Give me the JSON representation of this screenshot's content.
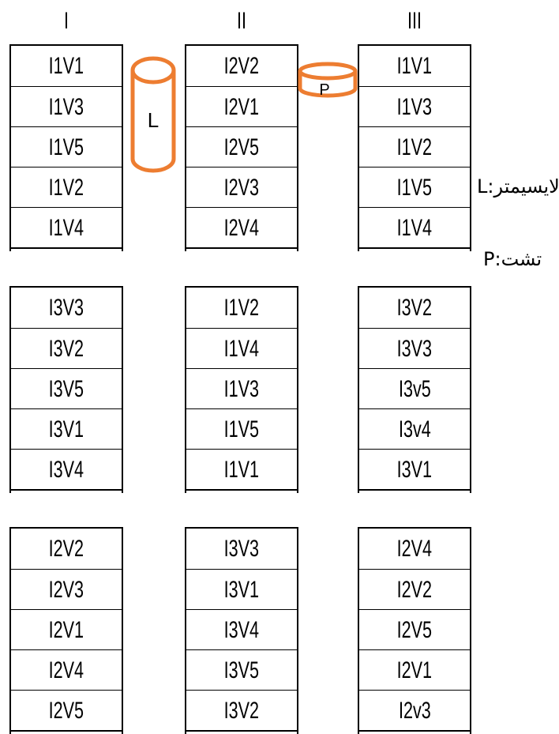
{
  "columns": [
    "I",
    "II",
    "III"
  ],
  "rows": [
    [
      [
        "I1V1",
        "I1V3",
        "I1V5",
        "I1V2",
        "I1V4"
      ],
      [
        "I2V2",
        "I2V1",
        "I2V5",
        "I2V3",
        "I2V4"
      ],
      [
        "I1V1",
        "I1V3",
        "I1V2",
        "I1V5",
        "I1V4"
      ]
    ],
    [
      [
        "I3V3",
        "I3V2",
        "I3V5",
        "I3V1",
        "I3V4"
      ],
      [
        "I1V2",
        "I1V4",
        "I1V3",
        "I1V5",
        "I1V1"
      ],
      [
        "I3V2",
        "I3V3",
        "I3v5",
        "I3v4",
        "I3V1"
      ]
    ],
    [
      [
        "I2V2",
        "I2V3",
        "I2V1",
        "I2V4",
        "I2V5"
      ],
      [
        "I3V3",
        "I3V1",
        "I3V4",
        "I3V5",
        "I3V2"
      ],
      [
        "I2V4",
        "I2V2",
        "I2V5",
        "I2V1",
        "I2v3"
      ]
    ]
  ],
  "symbols": {
    "lysimeter": "L",
    "pan": "P"
  },
  "legend": {
    "lysimeter": "L:لایسیمتر",
    "pan": "P:تشت"
  },
  "colors": {
    "symbol_stroke": "#ED7D31"
  }
}
